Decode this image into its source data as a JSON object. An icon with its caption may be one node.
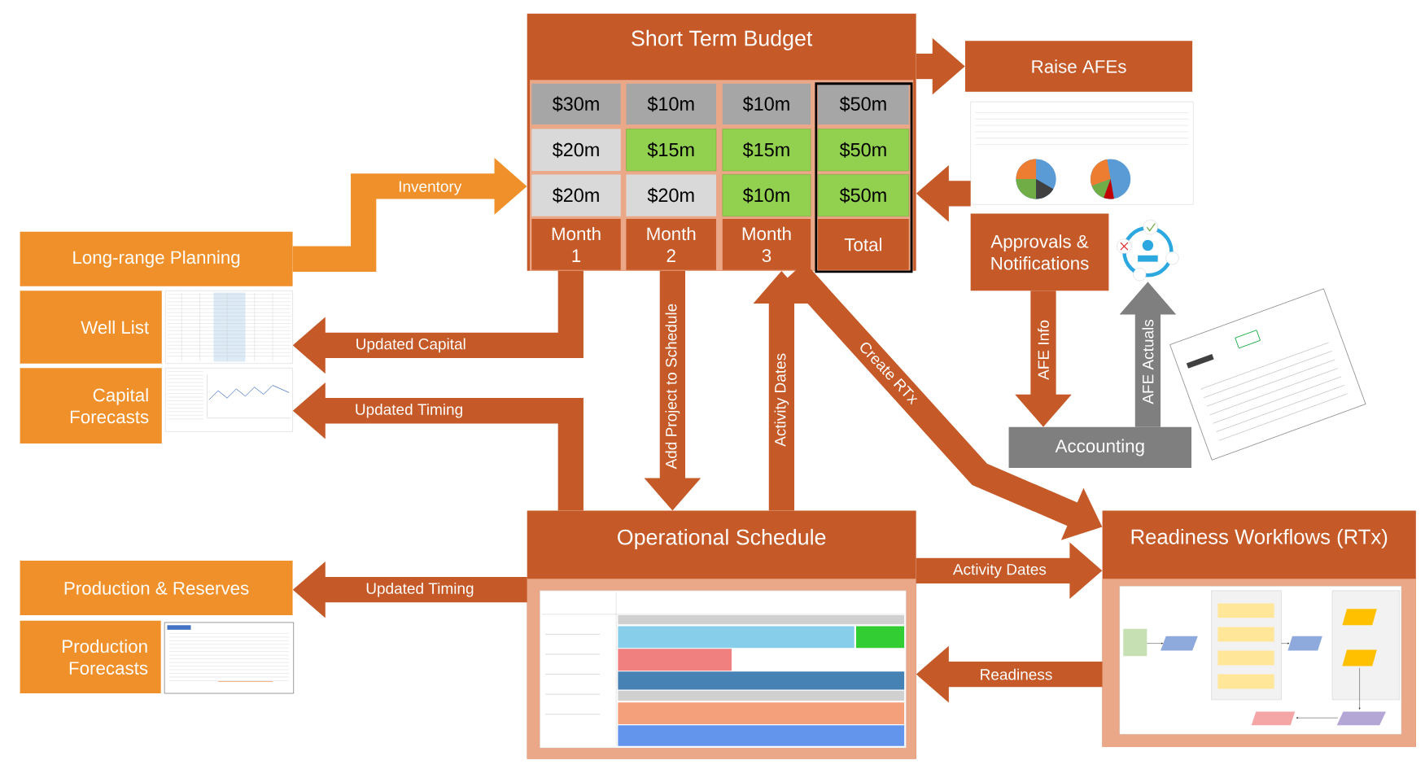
{
  "diagram": {
    "nodes": [
      {
        "text": [
          "Short Term Budget"
        ]
      },
      {
        "text": [
          "$30m"
        ],
        "in": 0
      },
      {
        "text": [
          "$10m"
        ],
        "in": 0
      },
      {
        "text": [
          "$10m"
        ],
        "in": 0
      },
      {
        "text": [
          "$50m"
        ],
        "in": 0
      },
      {
        "text": [
          "$20m"
        ],
        "in": 0
      },
      {
        "text": [
          "$15m"
        ],
        "in": 0
      },
      {
        "text": [
          "$15m"
        ],
        "in": 0
      },
      {
        "text": [
          "$50m"
        ],
        "in": 0
      },
      {
        "text": [
          "$20m"
        ],
        "in": 0
      },
      {
        "text": [
          "$20m"
        ],
        "in": 0
      },
      {
        "text": [
          "$10m"
        ],
        "in": 0
      },
      {
        "text": [
          "$50m"
        ],
        "in": 0
      },
      {
        "text": [
          "Month 1"
        ],
        "in": 0
      },
      {
        "text": [
          "Month 2"
        ],
        "in": 0
      },
      {
        "text": [
          "Month 3"
        ],
        "in": 0
      },
      {
        "text": [
          "Total"
        ],
        "in": 0
      },
      {
        "text": [
          "Raise AFEs"
        ]
      },
      {
        "text": [],
        "shape": "picture"
      },
      {
        "text": [
          "Approvals & Notifications"
        ]
      },
      {
        "text": [],
        "shape": "picture"
      },
      {
        "text": [],
        "shape": "picture"
      },
      {
        "text": [
          "Accounting"
        ]
      },
      {
        "text": [
          "Long-range Planning"
        ]
      },
      {
        "text": [
          "Well List"
        ]
      },
      {
        "text": [],
        "shape": "picture"
      },
      {
        "text": [
          "Capital Forecasts"
        ]
      },
      {
        "text": [],
        "shape": "picture"
      },
      {
        "text": [
          "Production & Reserves"
        ]
      },
      {
        "text": [
          "Production Forecasts"
        ]
      },
      {
        "text": [],
        "shape": "picture"
      },
      {
        "text": [
          "Operational Schedule"
        ]
      },
      {
        "text": [],
        "shape": "picture",
        "in": 31
      },
      {
        "text": [
          "Readiness Workflows (RTx)"
        ]
      },
      {
        "text": [],
        "shape": "picture",
        "in": 33
      }
    ],
    "edges": [
      {
        "from": 0,
        "to": 17,
        "arrow": "to"
      },
      {
        "from": 18,
        "to": 0,
        "arrow": "to"
      },
      {
        "from": 19,
        "to": 22,
        "arrow": "to",
        "label": "AFE Info"
      },
      {
        "from": 22,
        "to": 20,
        "arrow": "to",
        "label": "AFE Actuals",
        "color": "#7f7f7f"
      },
      {
        "from": 23,
        "to": 0,
        "arrow": "to",
        "label": "Inventory",
        "color": "#f0902a"
      },
      {
        "from": 0,
        "to": 25,
        "arrow": "to",
        "label": "Updated Capital"
      },
      {
        "from": 31,
        "to": 27,
        "arrow": "to",
        "label": "Updated Timing"
      },
      {
        "from": 31,
        "to": 28,
        "arrow": "to",
        "label": "Updated Timing"
      },
      {
        "from": 0,
        "to": 31,
        "arrow": "to",
        "label": "Add Project to Schedule"
      },
      {
        "from": 31,
        "to": 0,
        "arrow": "to",
        "label": "Activity Dates"
      },
      {
        "from": 0,
        "to": 33,
        "arrow": "to",
        "label": "Create RTx"
      },
      {
        "from": 31,
        "to": 33,
        "arrow": "to",
        "label": "Activity Dates"
      },
      {
        "from": 33,
        "to": 31,
        "arrow": "to",
        "label": "Readiness"
      }
    ]
  }
}
